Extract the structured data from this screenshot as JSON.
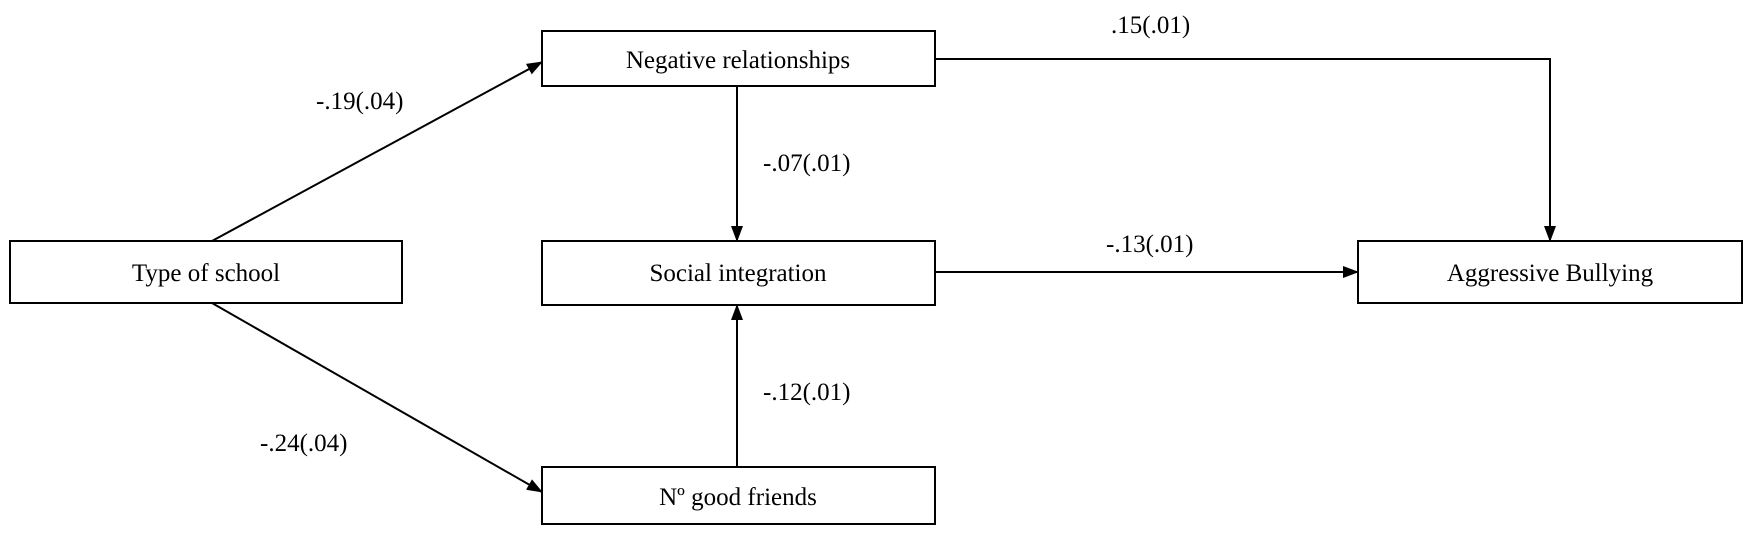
{
  "diagram": {
    "nodes": {
      "type_of_school": {
        "label": "Type of school"
      },
      "negative_relationships": {
        "label": "Negative relationships"
      },
      "social_integration": {
        "label": "Social integration"
      },
      "good_friends": {
        "label": "Nº good friends"
      },
      "aggressive_bullying": {
        "label": "Aggressive Bullying"
      }
    },
    "edges": {
      "school_to_negative": {
        "from": "Type of school",
        "to": "Negative relationships",
        "label": "-.19(.04)"
      },
      "school_to_friends": {
        "from": "Type of school",
        "to": "Nº good friends",
        "label": "-.24(.04)"
      },
      "negative_to_integration": {
        "from": "Negative relationships",
        "to": "Social integration",
        "label": "-.07(.01)"
      },
      "friends_to_integration": {
        "from": "Nº good friends",
        "to": "Social integration",
        "label": "-.12(.01)"
      },
      "integration_to_bullying": {
        "from": "Social integration",
        "to": "Aggressive Bullying",
        "label": "-.13(.01)"
      },
      "negative_to_bullying": {
        "from": "Negative relationships",
        "to": "Aggressive Bullying",
        "label": ".15(.01)"
      }
    }
  }
}
